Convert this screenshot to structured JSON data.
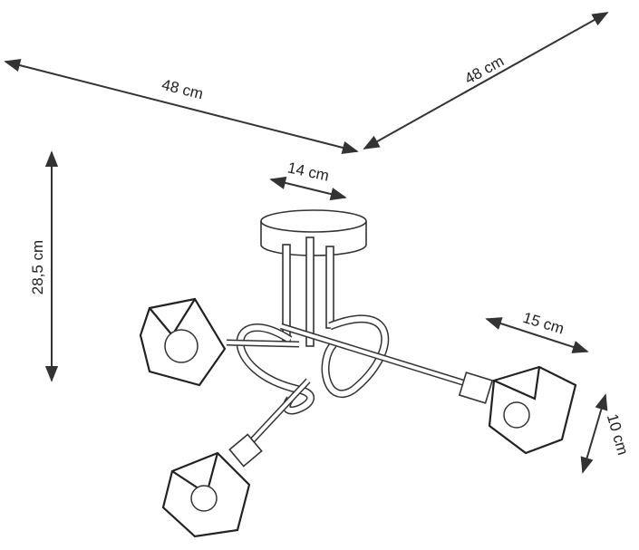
{
  "dimensions": {
    "width": "48 cm",
    "depth": "48 cm",
    "canopy_diameter": "14 cm",
    "height": "28,5 cm",
    "shade_width": "15 cm",
    "shade_height": "10 cm"
  },
  "colors": {
    "line": "#333333",
    "background": "#ffffff"
  }
}
